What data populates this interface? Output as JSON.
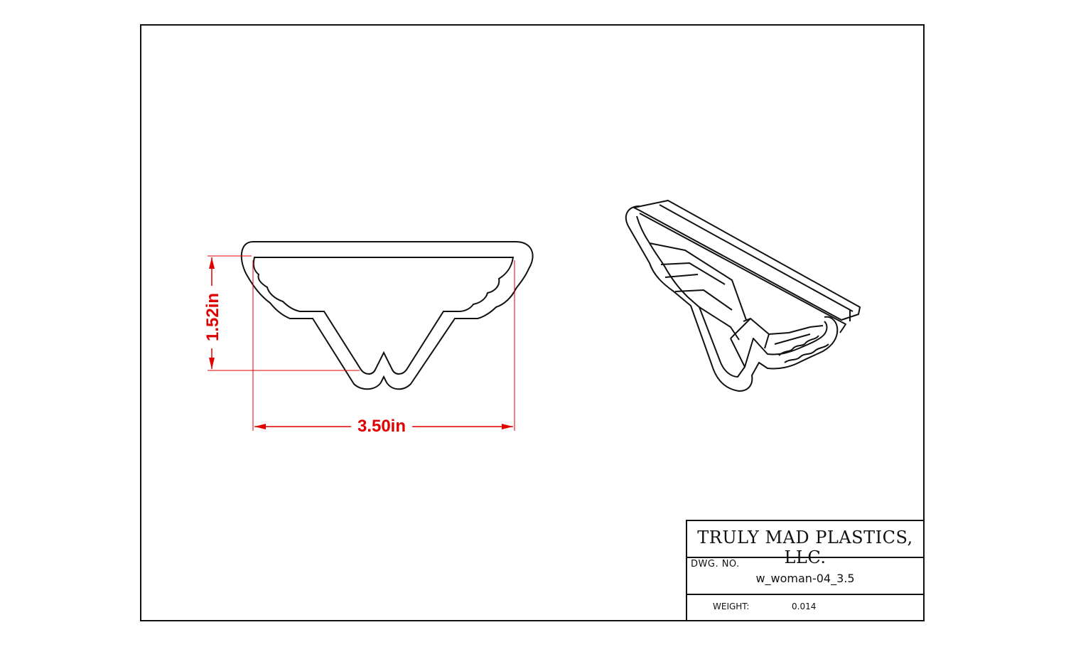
{
  "title_block": {
    "company": "TRULY MAD PLASTICS, LLC.",
    "dwg_no_label": "DWG. NO.",
    "dwg_no": "w_woman-04_3.5",
    "weight_label": "WEIGHT:",
    "weight": "0.014"
  },
  "dimensions": {
    "width": "3.50in",
    "height": "1.52in"
  },
  "colors": {
    "line": "#111111",
    "dimension": "#e00000"
  }
}
